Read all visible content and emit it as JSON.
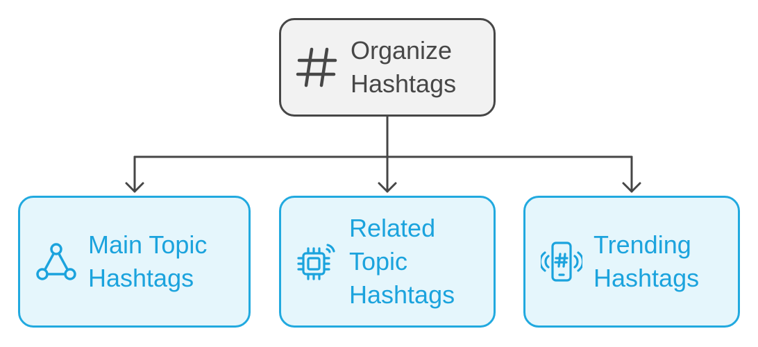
{
  "diagram": {
    "root": {
      "label": "Organize\nHashtags",
      "icon": "hashtag-icon"
    },
    "children": [
      {
        "label": "Main Topic\nHashtags",
        "icon": "network-triangle-icon"
      },
      {
        "label": "Related\nTopic\nHashtags",
        "icon": "chip-signal-icon"
      },
      {
        "label": "Trending\nHashtags",
        "icon": "phone-hashtag-icon"
      }
    ],
    "colors": {
      "root_fill": "#f2f2f2",
      "root_border": "#464646",
      "root_text": "#474747",
      "child_fill": "#e5f6fc",
      "child_border": "#21a9df",
      "child_text": "#1ba3dd",
      "connector": "#464646"
    }
  }
}
